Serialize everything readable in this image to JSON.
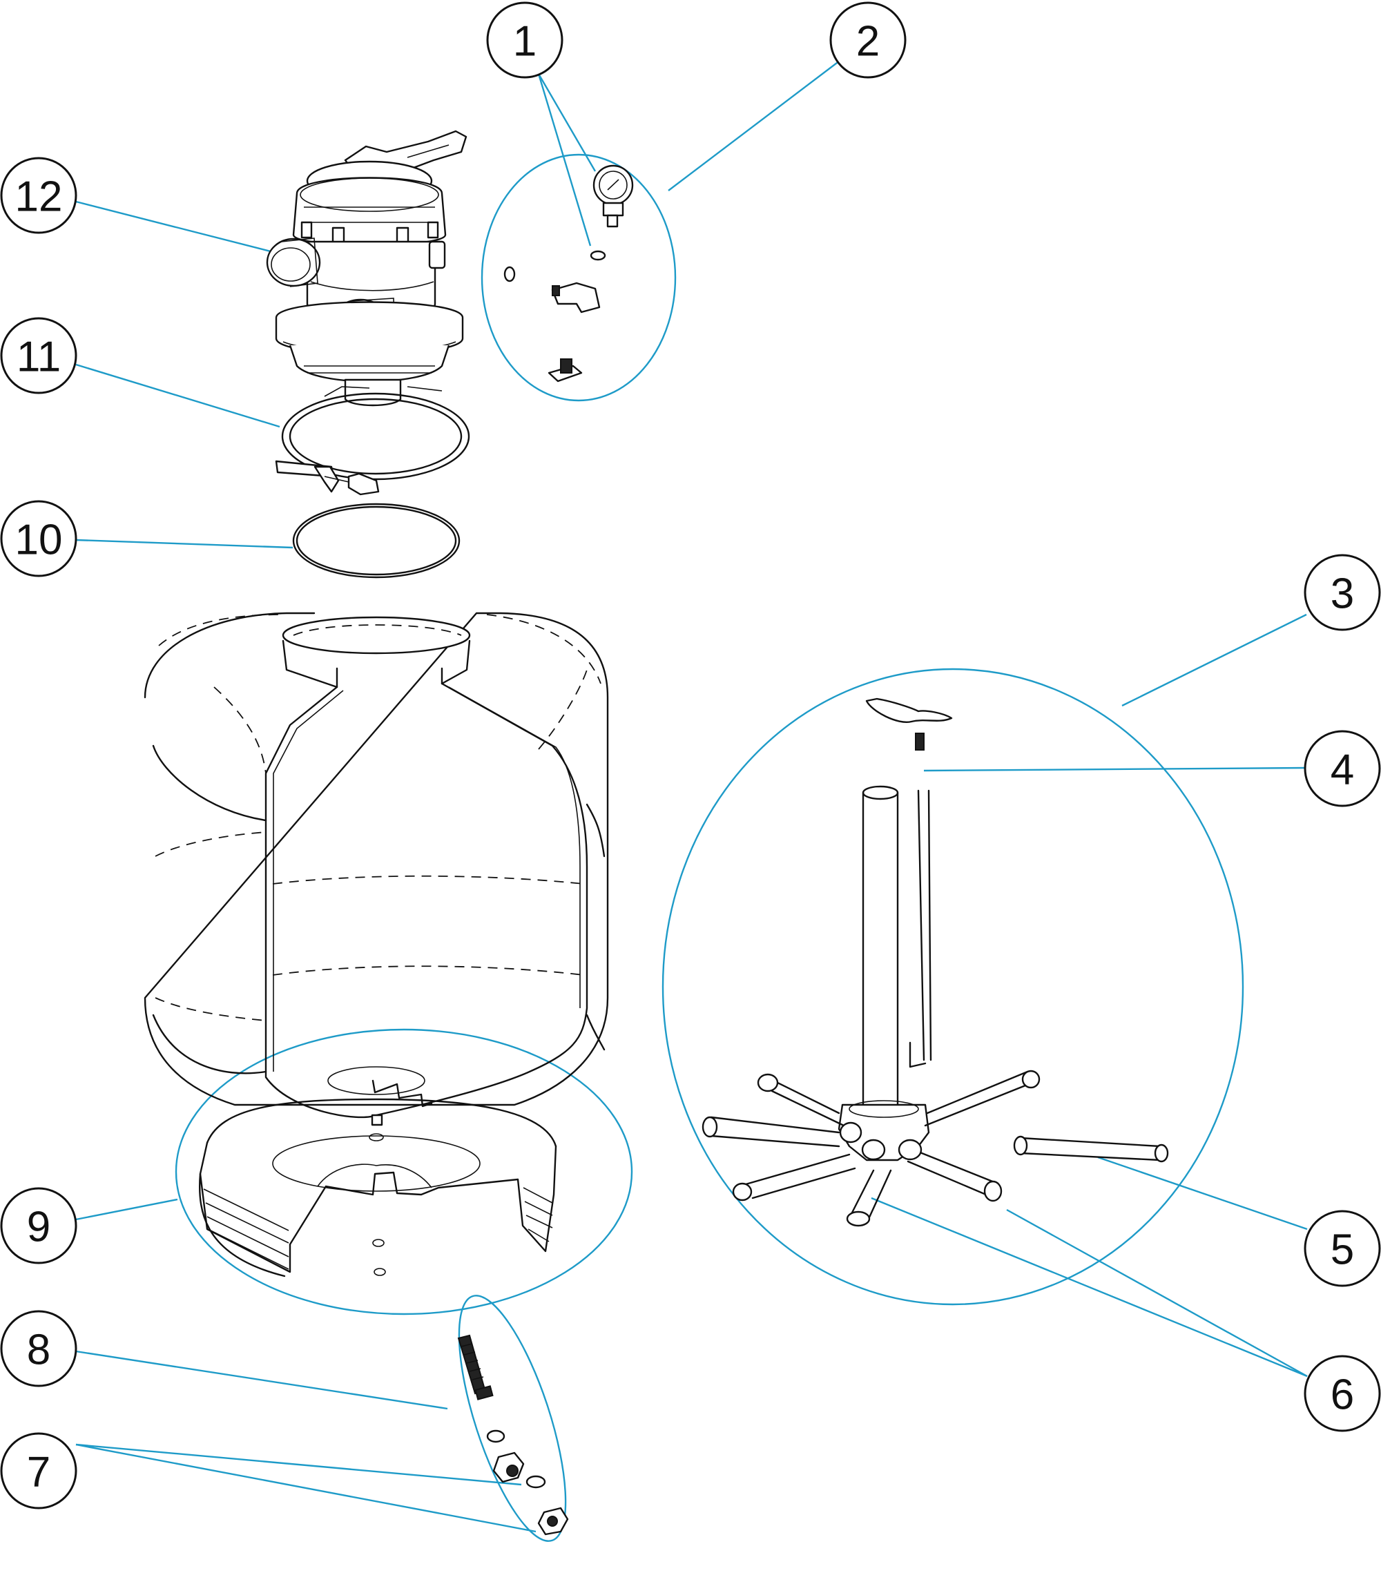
{
  "callouts": [
    {
      "id": "1",
      "label": "1"
    },
    {
      "id": "2",
      "label": "2"
    },
    {
      "id": "3",
      "label": "3"
    },
    {
      "id": "4",
      "label": "4"
    },
    {
      "id": "5",
      "label": "5"
    },
    {
      "id": "6",
      "label": "6"
    },
    {
      "id": "7",
      "label": "7"
    },
    {
      "id": "8",
      "label": "8"
    },
    {
      "id": "9",
      "label": "9"
    },
    {
      "id": "10",
      "label": "10"
    },
    {
      "id": "11",
      "label": "11"
    },
    {
      "id": "12",
      "label": "12"
    }
  ],
  "colors": {
    "leader_line": "#1e9bc8",
    "drawing_line": "#111111",
    "background": "#ffffff"
  }
}
